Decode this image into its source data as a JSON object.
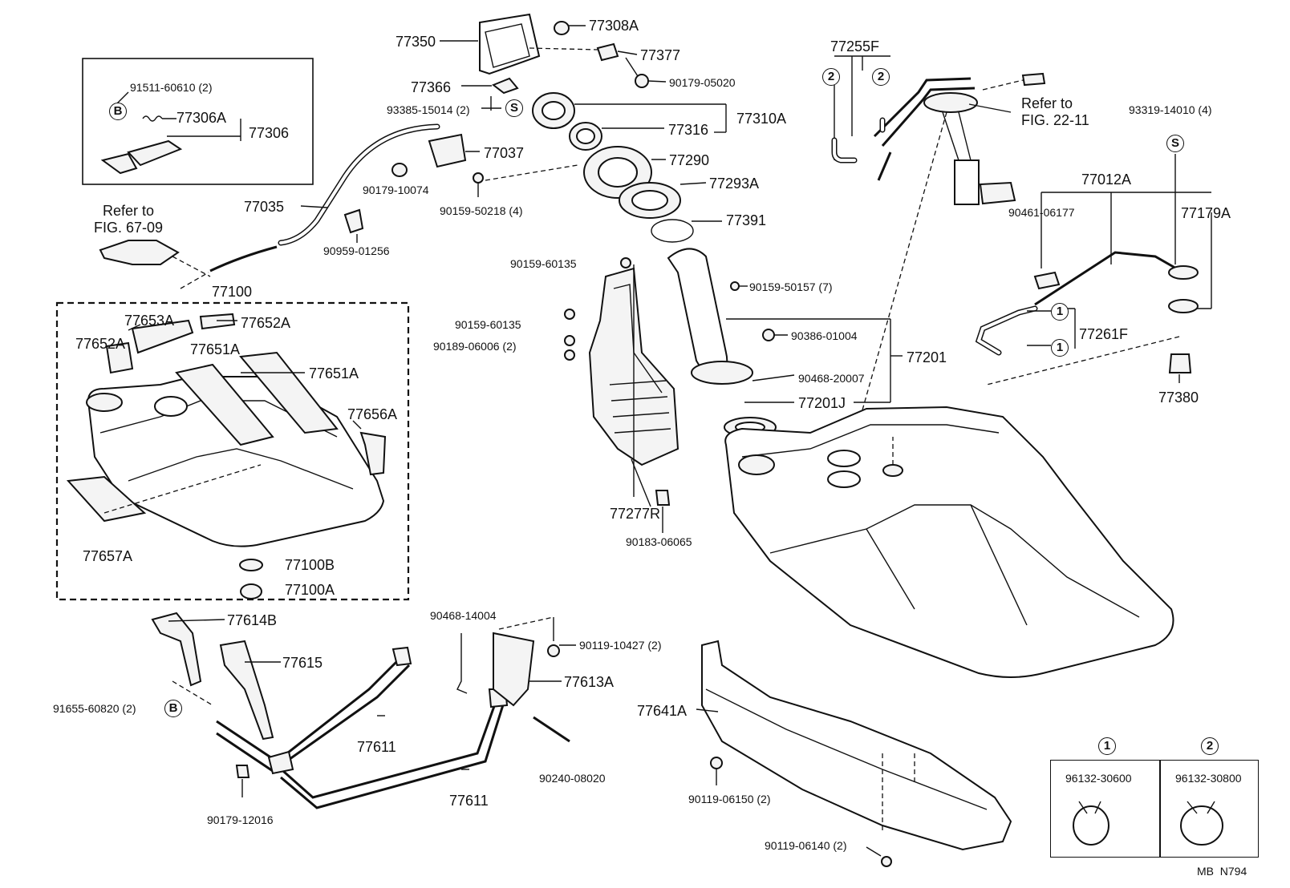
{
  "diagram_code": "MB  N794",
  "legend": {
    "clamp_1": {
      "marker": "1",
      "part": "96132-30600"
    },
    "clamp_2": {
      "marker": "2",
      "part": "96132-30800"
    }
  },
  "markers": {
    "one": "1",
    "two": "2",
    "b": "B",
    "s": "S"
  },
  "inset": {
    "bolt_b": "91511-60610 (2)",
    "spring": "77306A",
    "lock_assy": "77306"
  },
  "refer_67": [
    "Refer to",
    "FIG. 67-09"
  ],
  "refer_22": [
    "Refer to",
    "FIG. 22-11"
  ],
  "labels": {
    "p77350": "77350",
    "p77308A": "77308A",
    "p77377": "77377",
    "p77366": "77366",
    "p90179_05020": "90179-05020",
    "p93385": "93385-15014 (2)",
    "p77310A": "77310A",
    "p77316": "77316",
    "p77037": "77037",
    "p90179_10074": "90179-10074",
    "p77290": "77290",
    "p77293A": "77293A",
    "p90159_50218": "90159-50218 (4)",
    "p77391": "77391",
    "p77035": "77035",
    "p90959": "90959-01256",
    "p77255F": "77255F",
    "p93319": "93319-14010 (4)",
    "p77012A": "77012A",
    "p90461": "90461-06177",
    "p77179A": "77179A",
    "p77261F": "77261F",
    "p77380": "77380",
    "p77100": "77100",
    "p77653A": "77653A",
    "p77652A_r": "77652A",
    "p77652A_l": "77652A",
    "p77651A_l": "77651A",
    "p77651A_r": "77651A",
    "p77656A": "77656A",
    "p77657A": "77657A",
    "p77100B": "77100B",
    "p77100A": "77100A",
    "p90159_60135_a": "90159-60135",
    "p90159_60135_b": "90159-60135",
    "p90189": "90189-06006 (2)",
    "p77277R": "77277R",
    "p90183": "90183-06065",
    "p90159_50157": "90159-50157 (7)",
    "p90386": "90386-01004",
    "p77201": "77201",
    "p90468_20007": "90468-20007",
    "p77201J": "77201J",
    "p77614B": "77614B",
    "p77615": "77615",
    "p91655": "91655-60820 (2)",
    "p77611_a": "77611",
    "p77611_b": "77611",
    "p90179_12016": "90179-12016",
    "p90468_14004": "90468-14004",
    "p90119_10427": "90119-10427 (2)",
    "p77613A": "77613A",
    "p90240": "90240-08020",
    "p77641A": "77641A",
    "p90119_06150": "90119-06150 (2)",
    "p90119_06140": "90119-06140 (2)"
  }
}
